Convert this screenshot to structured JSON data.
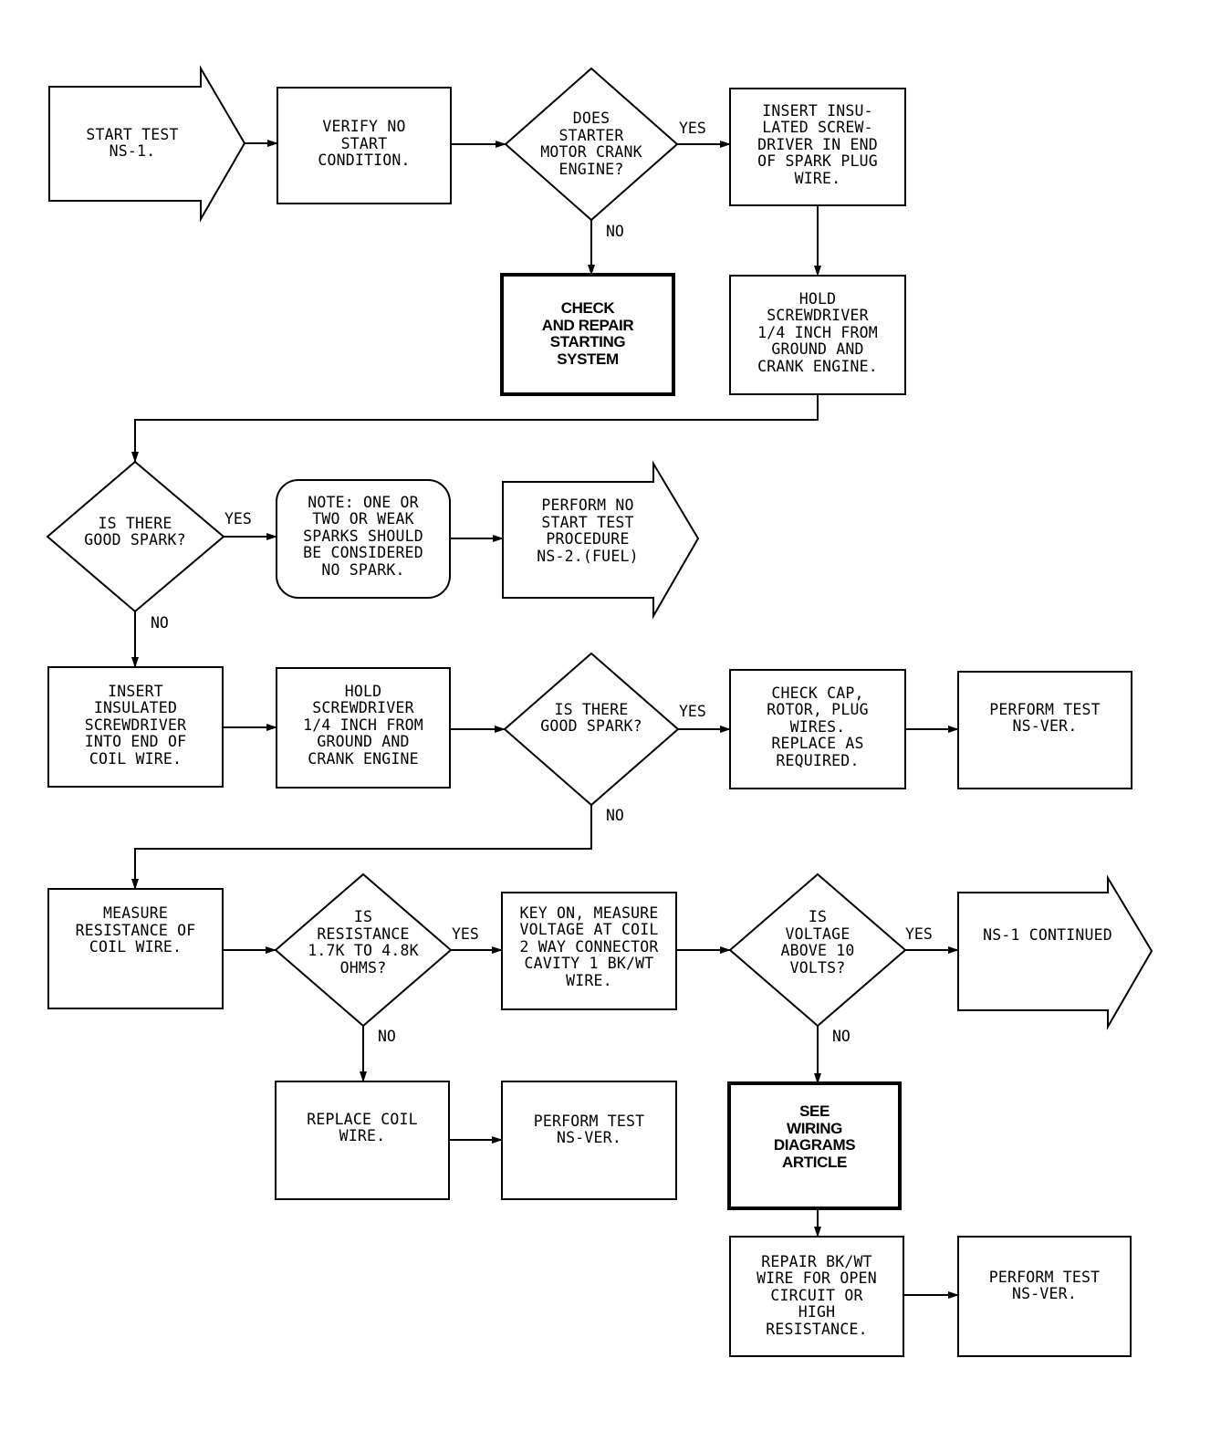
{
  "nodes": {
    "start": {
      "text": "START TEST\nNS-1."
    },
    "verify": {
      "text": "VERIFY NO\nSTART\nCONDITION."
    },
    "crank_q": {
      "text": "DOES\nSTARTER\nMOTOR CRANK\nENGINE?"
    },
    "insert_plug": {
      "text": "INSERT INSU-\nLATED SCREW-\nDRIVER IN END\nOF SPARK PLUG\nWIRE."
    },
    "check_starting": {
      "text": "CHECK\nAND REPAIR\nSTARTING\nSYSTEM"
    },
    "hold_plug": {
      "text": "HOLD\nSCREWDRIVER\n1/4 INCH FROM\nGROUND AND\nCRANK ENGINE."
    },
    "spark_q1": {
      "text": "IS THERE\nGOOD SPARK?"
    },
    "note": {
      "text": "NOTE: ONE OR\nTWO OR WEAK\nSPARKS SHOULD\nBE CONSIDERED\nNO SPARK."
    },
    "ns2": {
      "text": "PERFORM NO\nSTART TEST\nPROCEDURE\nNS-2.(FUEL)"
    },
    "insert_coil": {
      "text": "INSERT\nINSULATED\nSCREWDRIVER\nINTO END OF\nCOIL WIRE."
    },
    "hold_coil": {
      "text": "HOLD\nSCREWDRIVER\n1/4 INCH FROM\nGROUND AND\nCRANK ENGINE"
    },
    "spark_q2": {
      "text": "IS THERE\nGOOD SPARK?"
    },
    "check_cap": {
      "text": "CHECK CAP,\nROTOR, PLUG\nWIRES.\nREPLACE AS\nREQUIRED."
    },
    "ver1": {
      "text": "PERFORM TEST\nNS-VER."
    },
    "measure": {
      "text": "MEASURE\nRESISTANCE OF\nCOIL WIRE."
    },
    "resist_q": {
      "text": "IS\nRESISTANCE\n1.7K TO 4.8K\nOHMS?"
    },
    "key_on": {
      "text": "KEY ON, MEASURE\nVOLTAGE AT COIL\n2 WAY CONNECTOR\nCAVITY 1 BK/WT\nWIRE."
    },
    "volt_q": {
      "text": "IS\nVOLTAGE\nABOVE 10\nVOLTS?"
    },
    "ns1_cont": {
      "text": "NS-1 CONTINUED"
    },
    "replace_coil": {
      "text": "REPLACE COIL\nWIRE."
    },
    "ver2": {
      "text": "PERFORM TEST\nNS-VER."
    },
    "see_wiring": {
      "text": "SEE\nWIRING\nDIAGRAMS\nARTICLE"
    },
    "repair": {
      "text": "REPAIR BK/WT\nWIRE FOR OPEN\nCIRCUIT OR\nHIGH\nRESISTANCE."
    },
    "ver3": {
      "text": "PERFORM TEST\nNS-VER."
    }
  },
  "edge_labels": {
    "crank_yes": "YES",
    "crank_no": "NO",
    "spark1_yes": "YES",
    "spark1_no": "NO",
    "spark2_yes": "YES",
    "spark2_no": "NO",
    "resist_yes": "YES",
    "resist_no": "NO",
    "volt_yes": "YES",
    "volt_no": "NO"
  }
}
